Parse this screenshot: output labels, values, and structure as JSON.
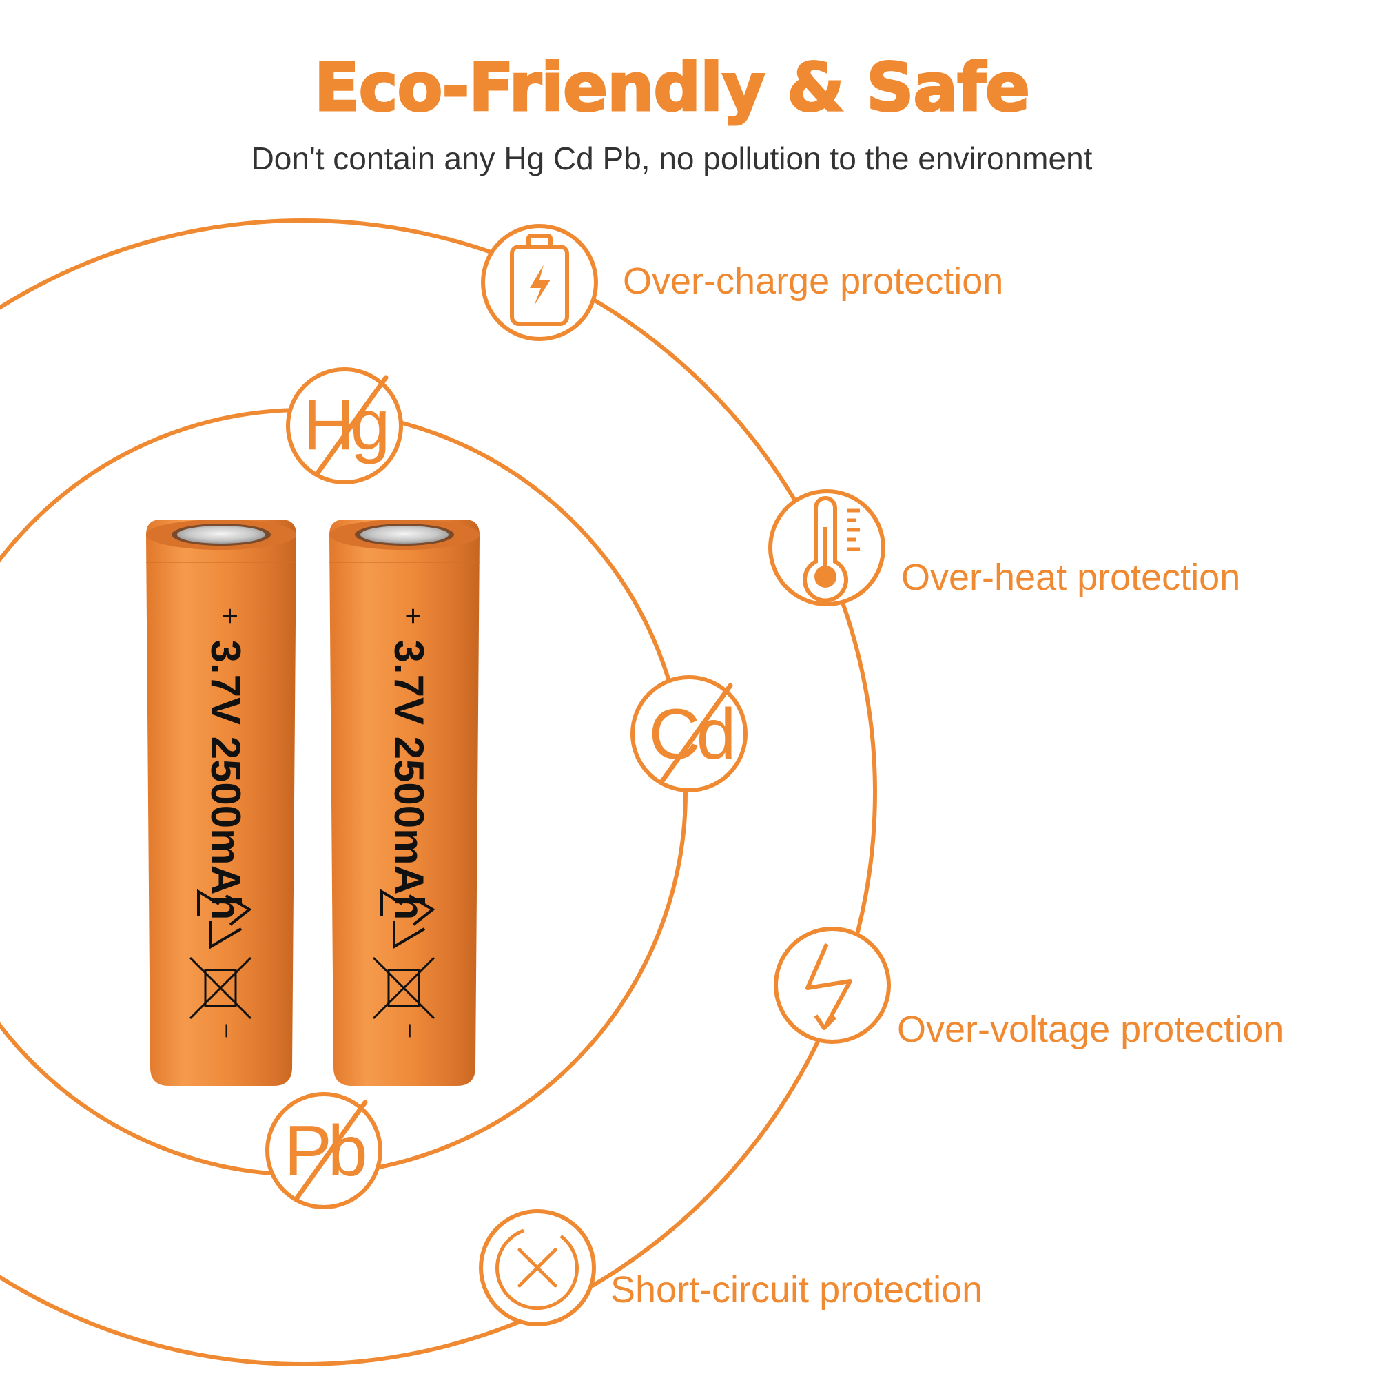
{
  "header": {
    "title": "Eco-Friendly & Safe",
    "subtitle": "Don't contain any Hg Cd Pb,  no pollution to the environment"
  },
  "colors": {
    "accent": "#f08a32",
    "battery_body": "#ef8a36",
    "battery_dark": "#c86a22",
    "text_dark": "#333333",
    "background": "#ffffff"
  },
  "heavy_metals": [
    {
      "symbol": "Hg",
      "icon": "no-mercury-icon"
    },
    {
      "symbol": "Cd",
      "icon": "no-cadmium-icon"
    },
    {
      "symbol": "Pb",
      "icon": "no-lead-icon"
    }
  ],
  "protections": [
    {
      "label": "Over-charge protection",
      "icon": "battery-charge-icon"
    },
    {
      "label": "Over-heat protection",
      "icon": "thermometer-icon"
    },
    {
      "label": "Over-voltage protection",
      "icon": "lightning-bolt-icon"
    },
    {
      "label": "Short-circuit protection",
      "icon": "short-circuit-icon"
    }
  ],
  "battery": {
    "plus_sign": "+",
    "minus_sign": "–",
    "spec_text": "3.7V 2500mAh",
    "count": 2,
    "icons": [
      "recycle-icon",
      "crossed-bin-icon"
    ]
  }
}
